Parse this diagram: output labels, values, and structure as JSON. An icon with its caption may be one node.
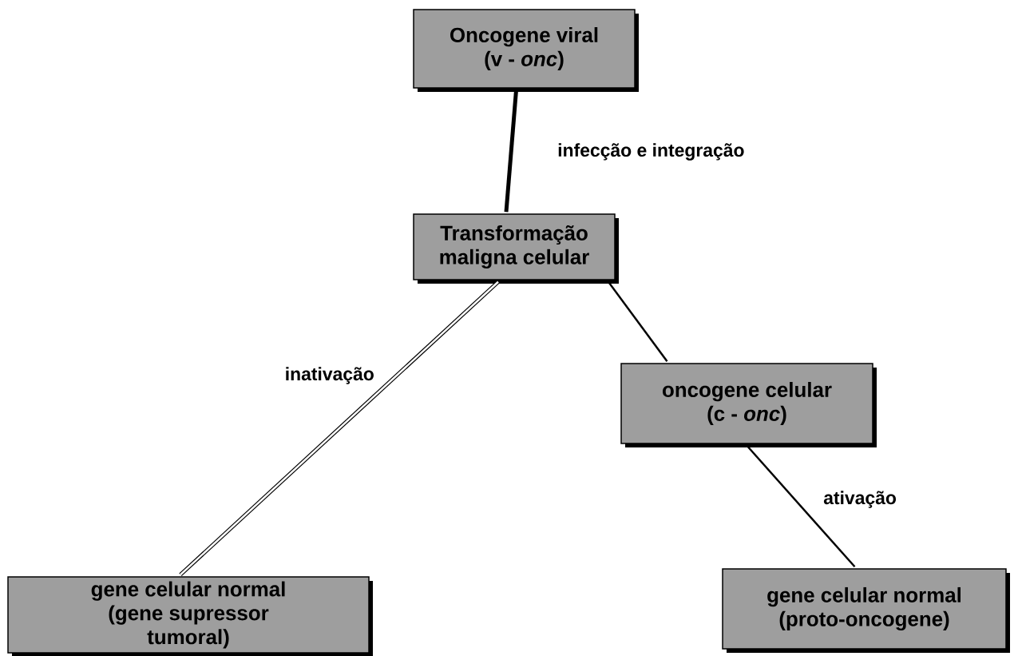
{
  "diagram": {
    "nodes": [
      {
        "text": [
          "Oncogene viral (v - *onc*)"
        ]
      },
      {
        "text": [
          "Transformação maligna celular"
        ]
      },
      {
        "text": [
          "oncogene celular (c - *onc*)"
        ]
      },
      {
        "text": [
          "gene celular normal (gene supressor tumoral)"
        ]
      },
      {
        "text": [
          "gene celular normal (proto-oncogene)"
        ]
      }
    ],
    "edges": [
      {
        "from": 0,
        "to": 1,
        "arrow": "none",
        "label": "infecção e integração",
        "style": "thick"
      },
      {
        "from": 1,
        "to": 3,
        "arrow": "none",
        "label": "inativação",
        "style": "thick"
      },
      {
        "from": 1,
        "to": 2,
        "arrow": "none"
      },
      {
        "from": 2,
        "to": 4,
        "arrow": "none",
        "label": "ativação"
      }
    ]
  }
}
